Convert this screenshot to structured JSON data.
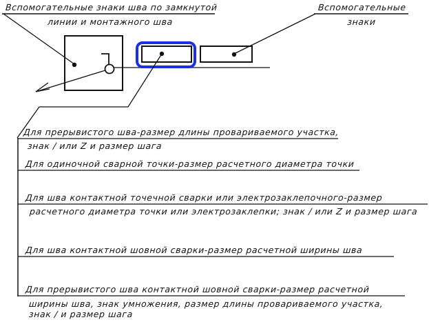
{
  "diagram": {
    "type": "weld-symbol-annotation",
    "colors": {
      "ink": "#111111",
      "highlight": "#1a2fe8",
      "background": "#ffffff"
    },
    "callouts": {
      "closed_line_signs": {
        "line1": "Вспомогательные знаки шва по замкнутой",
        "line2": "линии и монтажного шва"
      },
      "auxiliary_signs": {
        "line1": "Вспомогательные",
        "line2": "знаки"
      }
    },
    "symbol": {
      "frame": "square-with-flag-and-circle",
      "highlighted_box": "dimension-box",
      "second_box": "auxiliary-signs-box"
    },
    "notes": [
      {
        "line1": "Для прерывистого шва-размер длины провариваемого участка,",
        "line2": "знак / или Z и размер шага"
      },
      {
        "line1": "Для одиночной сварной точки-размер расчетного диаметра точки"
      },
      {
        "line1": "Для шва контактной точечной сварки или электрозаклепочного-размер",
        "line2": "расчетного диаметра точки или электрозаклепки; знак / или Z и размер шага"
      },
      {
        "line1": "Для шва контактной шовной сварки-размер расчетной ширины шва"
      },
      {
        "line1": "Для прерывистого шва контактной шовной сварки-размер расчетной",
        "line2": "ширины шва, знак умножения, размер длины провариваемого участка,",
        "line3": "знак / и размер шага"
      }
    ]
  }
}
